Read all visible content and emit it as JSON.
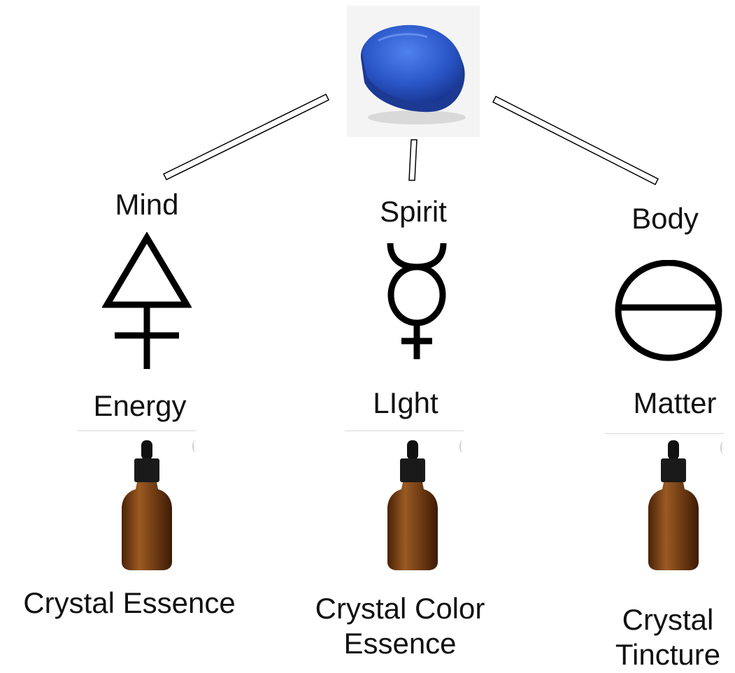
{
  "columns": [
    {
      "aspect": "Mind",
      "symbol": "sulfur-triangle-icon",
      "quality": "Energy",
      "product": "Crystal Essence",
      "product_line2": ""
    },
    {
      "aspect": "Spirit",
      "symbol": "mercury-icon",
      "quality": "LIght",
      "product": "Crystal Color",
      "product_line2": "Essence"
    },
    {
      "aspect": "Body",
      "symbol": "salt-circle-icon",
      "quality": "Matter",
      "product": "Crystal",
      "product_line2": "Tincture"
    }
  ],
  "colors": {
    "stone": "#2f5fd0",
    "stone_dark": "#1c3a94",
    "bottle": "#7a3d12",
    "cap": "#1a1a1a",
    "ink": "#000000"
  }
}
